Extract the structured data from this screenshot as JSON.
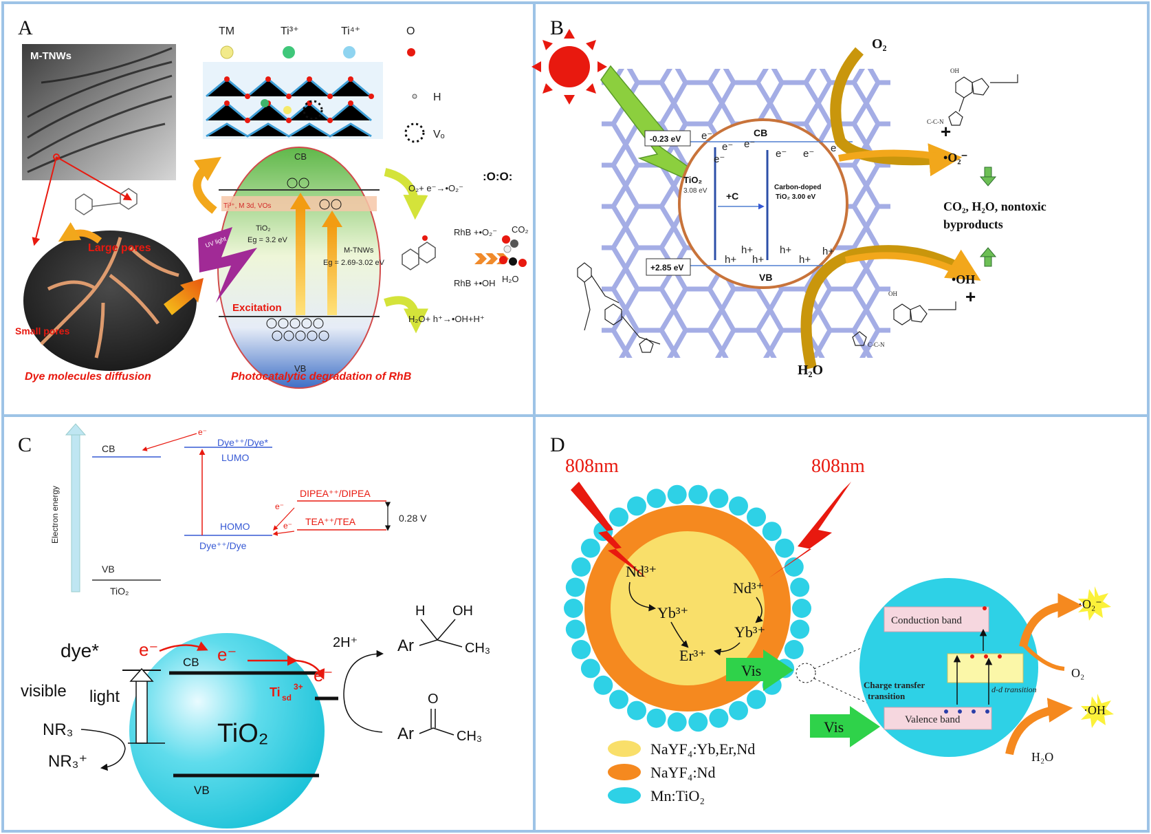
{
  "colors": {
    "panel_border": "#9dc3e6",
    "red": "#e8190f",
    "orange": "#f7a21b",
    "green_band": "#6dbf55",
    "blue_band": "#4f7fd0",
    "cyan": "#2ed1e6",
    "gold": "#c9960c",
    "yellow_core": "#f9df6a",
    "orange_shell": "#f5891f"
  },
  "panelA": {
    "letter": "A",
    "tem_label": "M-TNWs",
    "legend": [
      "TM",
      "Ti³⁺",
      "Ti⁴⁺",
      "O",
      "H",
      "Vₒ"
    ],
    "cb": "CB",
    "vb": "VB",
    "mid_band": "Ti³⁺, M 3d, VOs",
    "tio2_label": "TiO₂",
    "tio2_gap": "Eg = 3.2 eV",
    "mtnws_label": "M-TNWs",
    "mtnws_gap": "Eg = 2.69-3.02 eV",
    "excitation": "Excitation",
    "uv_light": "UV light",
    "large_pores": "Large pores",
    "small_pores": "Small pores",
    "eq1": "O₂+ e⁻→•O₂⁻",
    "eq2": "RhB +•O₂⁻",
    "eq3": "RhB +•OH",
    "eq4": "H₂O+ h⁺→•OH+H⁺",
    "co2": "CO₂",
    "h2o": "H₂O",
    "caption_left": "Dye molecules diffusion",
    "caption_right": "Photocatalytic degradation of RhB"
  },
  "panelB": {
    "letter": "B",
    "o2": "O₂",
    "h2o": "H₂O",
    "cb": "CB",
    "vb": "VB",
    "cb_level": "-0.23 eV",
    "vb_level": "+2.85 eV",
    "tio2": "TiO₂",
    "tio2_gap": "3.08 eV",
    "plus_c": "+C",
    "doped_1": "Carbon-doped",
    "doped_2": "TiO₂  3.00 eV",
    "superoxide": "•O₂⁻",
    "hydroxyl": "•OH",
    "products_1": "CO₂, H₂O, nontoxic",
    "products_2": "byproducts",
    "plus": "+",
    "electron": "e⁻",
    "hole": "h+"
  },
  "panelC": {
    "letter": "C",
    "axis_label": "Electron energy",
    "cb": "CB",
    "vb": "VB",
    "tio2_small": "TiO₂",
    "dye_excited": "Dye⁺⁺/Dye*",
    "lumo": "LUMO",
    "homo": "HOMO",
    "dye_ground": "Dye⁺⁺/Dye",
    "dipea": "DIPEA⁺⁺/DIPEA",
    "tea": "TEA⁺⁺/TEA",
    "potential": "0.28 V",
    "electron": "e⁻",
    "dye_star": "dye*",
    "visible_1": "visible",
    "visible_2": "light",
    "nr3": "NR₃",
    "nr3_plus": "NR₃⁺",
    "cb_big": "CB",
    "vb_big": "VB",
    "tio2_big": "TiO₂",
    "tisd": "Ti",
    "tisd_sub": "sd",
    "tisd_sup": "3+",
    "two_h": "2H⁺",
    "h": "H",
    "oh": "OH",
    "ar": "Ar",
    "ch3": "CH₃",
    "o": "O"
  },
  "panelD": {
    "letter": "D",
    "laser_left": "808nm",
    "laser_right": "808nm",
    "nd_a": "Nd³⁺",
    "yb_a": "Yb³⁺",
    "nd_b": "Nd³⁺",
    "yb_b": "Yb³⁺",
    "er": "Er³⁺",
    "vis": "Vis",
    "conduction": "Conduction band",
    "valence": "Valence band",
    "charge_1": "Charge transfer",
    "charge_2": "transition",
    "dd": "d-d transition",
    "superoxide": "·O₂⁻",
    "o2": "O₂",
    "hydroxyl": "·OH",
    "h2o": "H₂O",
    "legend": [
      "NaYF₄:Yb,Er,Nd",
      "NaYF₄:Nd",
      "Mn:TiO₂"
    ]
  }
}
